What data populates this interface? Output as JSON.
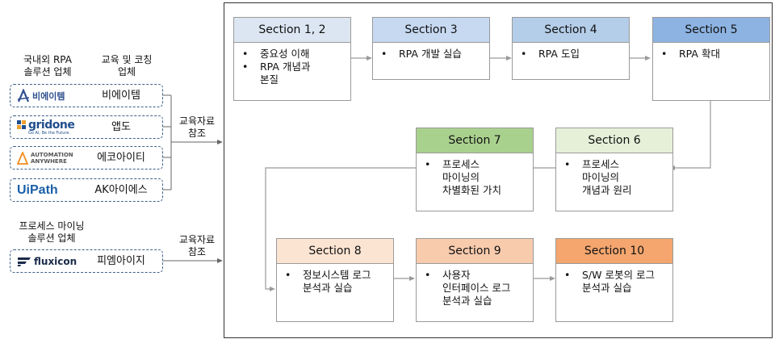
{
  "left": {
    "group1": {
      "header_left": "국내외 RPA\n솔루션 업체",
      "header_right": "교육 및 코칭\n업체"
    },
    "vendors": [
      {
        "logo": "비에이템",
        "name": "비에이템",
        "logo_color": "#2f4f8f",
        "icon": "a-logo-icon"
      },
      {
        "logo": "gridone",
        "logo_sub": "Go AI, Be the Future.",
        "name": "앱도",
        "logo_color": "#1f4e8c",
        "icon": "gridone-logo-icon"
      },
      {
        "logo": "AUTOMATION\nANYWHERE",
        "name": "에코아이티",
        "logo_color": "#f28c1e",
        "icon": "automation-anywhere-logo-icon"
      },
      {
        "logo": "UiPath",
        "name": "AK아이에스",
        "logo_color": "#1a5fa8",
        "icon": "uipath-logo-icon"
      }
    ],
    "ref1": "교육자료\n참조",
    "group2": {
      "header": "프로세스 마이닝\n솔루션 업체"
    },
    "vendor_pm": {
      "logo": "fluxicon",
      "name": "피엠아이지",
      "logo_color": "#1a2a4a",
      "icon": "fluxicon-logo-icon"
    },
    "ref2": "교육자료\n참조"
  },
  "sections": [
    {
      "title": "Section 1, 2",
      "bullets": [
        "중요성 이해",
        "RPA 개념과\n본질"
      ],
      "color": "#dce6f2"
    },
    {
      "title": "Section 3",
      "bullets": [
        "RPA 개발 실습"
      ],
      "color": "#c6d9f1"
    },
    {
      "title": "Section 4",
      "bullets": [
        "RPA 도입"
      ],
      "color": "#b4cde8"
    },
    {
      "title": "Section 5",
      "bullets": [
        "RPA 확대"
      ],
      "color": "#8db3e2"
    },
    {
      "title": "Section 6",
      "bullets": [
        "프로세스\n마이닝의\n개념과 원리"
      ],
      "color": "#e6f0d9"
    },
    {
      "title": "Section 7",
      "bullets": [
        "프로세스\n마이닝의\n차별화된 가치"
      ],
      "color": "#a9d18e"
    },
    {
      "title": "Section 8",
      "bullets": [
        "정보시스템 로그\n분석과 실습"
      ],
      "color": "#fce4d3"
    },
    {
      "title": "Section 9",
      "bullets": [
        "사용자\n인터페이스 로그\n분석과 실습"
      ],
      "color": "#f8cbad"
    },
    {
      "title": "Section 10",
      "bullets": [
        "S/W 로봇의 로그\n분석과 실습"
      ],
      "color": "#f4a66e"
    }
  ]
}
